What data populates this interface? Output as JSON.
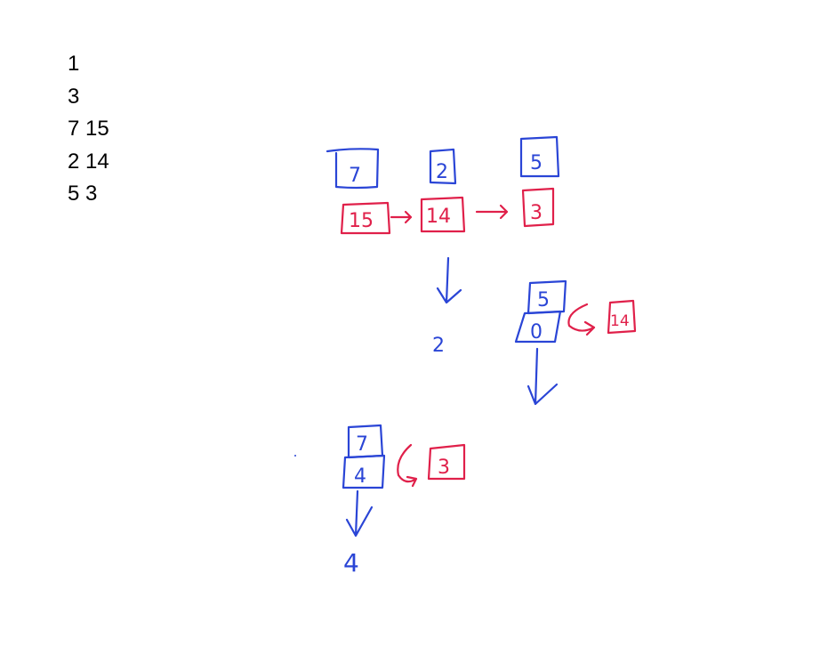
{
  "input_lines": [
    "1",
    "3",
    "7 15",
    "2 14",
    "5 3"
  ],
  "colors": {
    "blue_ink": "#2a45d6",
    "red_ink": "#e0204a",
    "text": "#000000"
  },
  "sketch": {
    "top_keys": [
      "7",
      "2",
      "5"
    ],
    "top_values": [
      "15",
      "14",
      "3"
    ],
    "mid_left_result": "2",
    "mid_right_key": "5",
    "mid_right_value": "0",
    "mid_right_link": "14",
    "bottom_key": "7",
    "bottom_value": "4",
    "bottom_link": "3",
    "final_result": "4"
  }
}
